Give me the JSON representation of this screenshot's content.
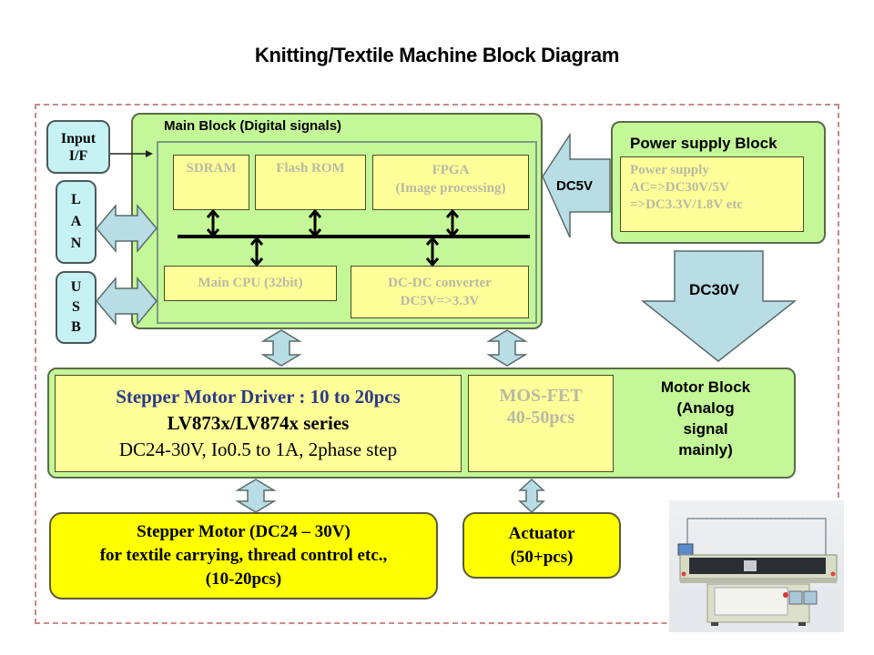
{
  "title": "Knitting/Textile Machine Block Diagram",
  "colors": {
    "block_green": "#c4f797",
    "inner_yellow": "#ffff99",
    "bright_yellow": "#ffff00",
    "io_cyan": "#c6f2f4",
    "arrow_blue": "#b8dde4",
    "frame_dash": "#c98a8a",
    "driver_title_blue": "#2e3a8a",
    "faded_text": "#b9b9a4"
  },
  "io": {
    "input_if": [
      "Input",
      "I/F"
    ],
    "lan": [
      "L",
      "A",
      "N"
    ],
    "usb": [
      "U",
      "S",
      "B"
    ]
  },
  "main_block": {
    "title": "Main Block (Digital signals)",
    "sdram": "SDRAM",
    "flash_rom": "Flash ROM",
    "fpga": [
      "FPGA",
      "(Image processing)"
    ],
    "main_cpu": "Main CPU (32bit)",
    "dcdc": [
      "DC-DC converter",
      "DC5V=>3.3V"
    ]
  },
  "power_block": {
    "title": "Power supply Block",
    "lines": [
      "Power supply",
      "AC=>DC30V/5V",
      "=>DC3.3V/1.8V etc"
    ],
    "dc5v_label": "DC5V",
    "dc30v_label": "DC30V"
  },
  "motor_block": {
    "title": [
      "Motor Block",
      "(Analog",
      "signal",
      "mainly)"
    ],
    "driver": {
      "line1": "Stepper Motor Driver : 10 to 20pcs",
      "line2": "LV873x/LV874x series",
      "line3": "DC24-30V,  Io0.5 to 1A, 2phase step"
    },
    "mosfet": [
      "MOS-FET",
      "40-50pcs"
    ]
  },
  "outputs": {
    "stepper_motor": [
      "Stepper Motor (DC24 – 30V)",
      "for textile carrying, thread control etc.,",
      "(10-20pcs)"
    ],
    "actuator": [
      "Actuator",
      "(50+pcs)"
    ]
  },
  "photo": {
    "subject": "flat knitting machine"
  }
}
